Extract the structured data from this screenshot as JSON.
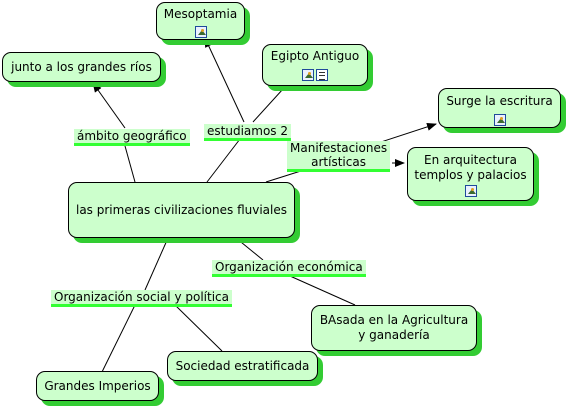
{
  "nodes": {
    "central": "las primeras civilizaciones fluviales",
    "rios": "junto a los grandes ríos",
    "mesoptamia": "Mesoptamia",
    "egipto": "Egipto Antiguo",
    "escritura": "Surge la escritura",
    "arquitectura": "En arquitectura\ntemplos y palacios",
    "agricultura": "BAsada en la Agricultura\ny ganadería",
    "sociedad": "Sociedad estratificada",
    "imperios": "Grandes Imperios"
  },
  "links": {
    "ambito": "ámbito geográfico",
    "estudiamos": "estudiamos 2",
    "manifestaciones": "Manifestaciones\nartísticas",
    "economica": "Organización económica",
    "social": "Organización social y política"
  },
  "icons": {
    "mesoptamia": [
      "image-icon"
    ],
    "egipto": [
      "image-icon",
      "document-icon"
    ],
    "escritura": [
      "image-icon"
    ],
    "arquitectura": [
      "image-icon"
    ]
  },
  "colors": {
    "node_fill": "#ccffcc",
    "node_shadow": "#33cc33",
    "label_fill": "#ccffcc",
    "label_underline": "#33ff33"
  }
}
